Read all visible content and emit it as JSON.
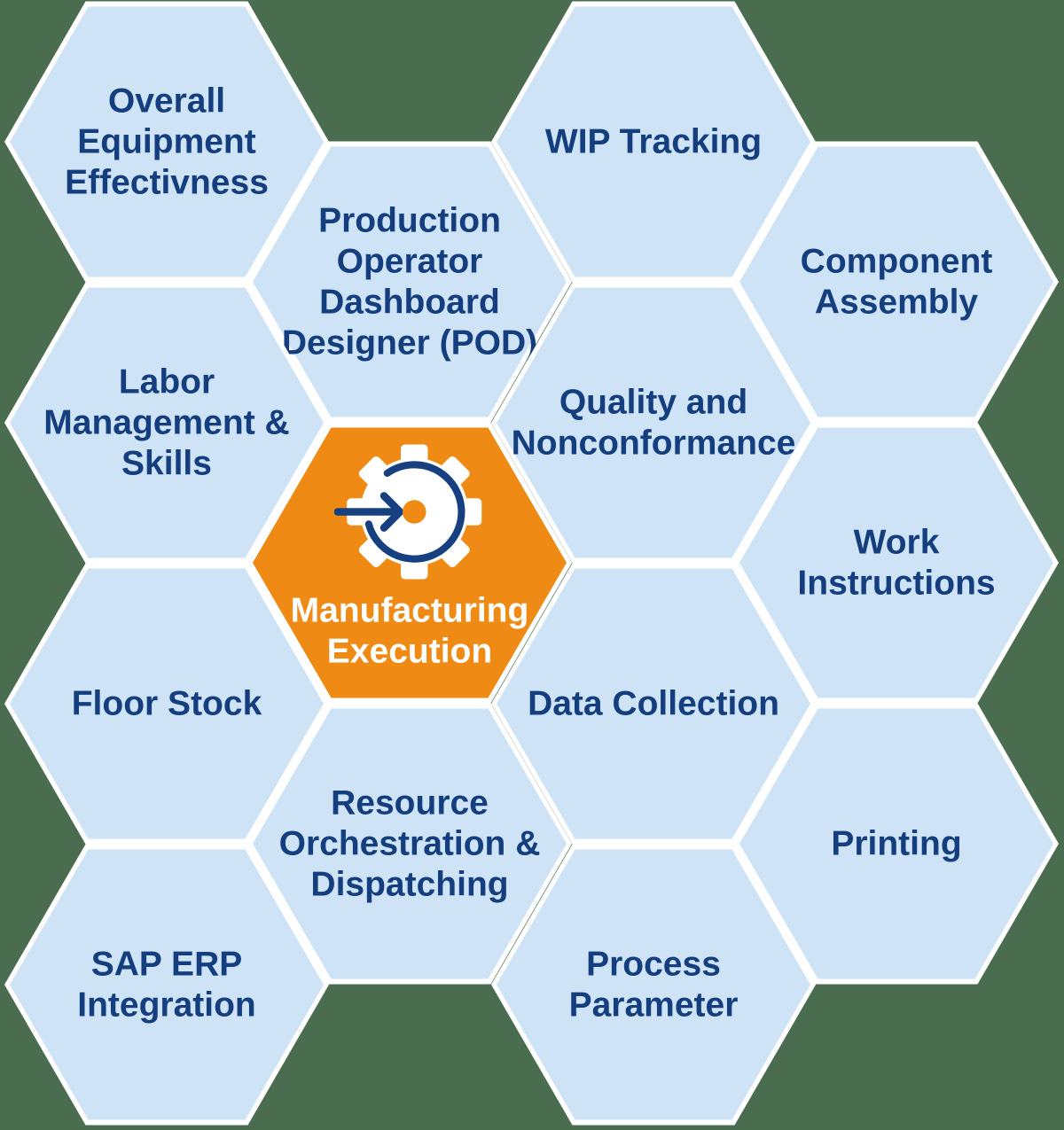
{
  "diagram_name": "Manufacturing Execution capability honeycomb",
  "colors": {
    "background": "#4a6d4f",
    "hexagon_fill": "#cee3f5",
    "hexagon_border": "#ffffff",
    "text_navy": "#143e7e",
    "accent_orange": "#ef8b15",
    "center_text": "#ffffff"
  },
  "center_icon": "gear-with-arrow-icon",
  "hexagons": [
    {
      "id": "overall-equipment-effectivness",
      "label": "Overall Equipment Effectivness",
      "lines": [
        "Overall",
        "Equipment",
        "Effectivness"
      ]
    },
    {
      "id": "wip-tracking",
      "label": "WIP Tracking",
      "lines": [
        "WIP Tracking"
      ]
    },
    {
      "id": "production-operator-dashboard-designer-pod",
      "label": "Production Operator Dashboard Designer (POD)",
      "lines": [
        "Production",
        "Operator",
        "Dashboard",
        "Designer (POD)"
      ]
    },
    {
      "id": "component-assembly",
      "label": "Component Assembly",
      "lines": [
        "Component",
        "Assembly"
      ]
    },
    {
      "id": "labor-management-skills",
      "label": "Labor Management & Skills",
      "lines": [
        "Labor",
        "Management &",
        "Skills"
      ]
    },
    {
      "id": "quality-and-nonconformance",
      "label": "Quality and Nonconformance",
      "lines": [
        "Quality and",
        "Nonconformance"
      ]
    },
    {
      "id": "manufacturing-execution",
      "label": "Manufacturing Execution",
      "lines": [
        "Manufacturing",
        "Execution"
      ],
      "accent": true,
      "icon": "gear-with-arrow-icon"
    },
    {
      "id": "work-instructions",
      "label": "Work Instructions",
      "lines": [
        "Work",
        "Instructions"
      ]
    },
    {
      "id": "floor-stock",
      "label": "Floor Stock",
      "lines": [
        "Floor Stock"
      ]
    },
    {
      "id": "data-collection",
      "label": "Data Collection",
      "lines": [
        "Data Collection"
      ]
    },
    {
      "id": "resource-orchestration-dispatching",
      "label": "Resource Orchestration & Dispatching",
      "lines": [
        "Resource",
        "Orchestration &",
        "Dispatching"
      ]
    },
    {
      "id": "printing",
      "label": "Printing",
      "lines": [
        "Printing"
      ]
    },
    {
      "id": "sap-erp-integration",
      "label": "SAP ERP Integration",
      "lines": [
        "SAP ERP",
        "Integration"
      ]
    },
    {
      "id": "process-parameter",
      "label": "Process Parameter",
      "lines": [
        "Process",
        "Parameter"
      ]
    }
  ]
}
